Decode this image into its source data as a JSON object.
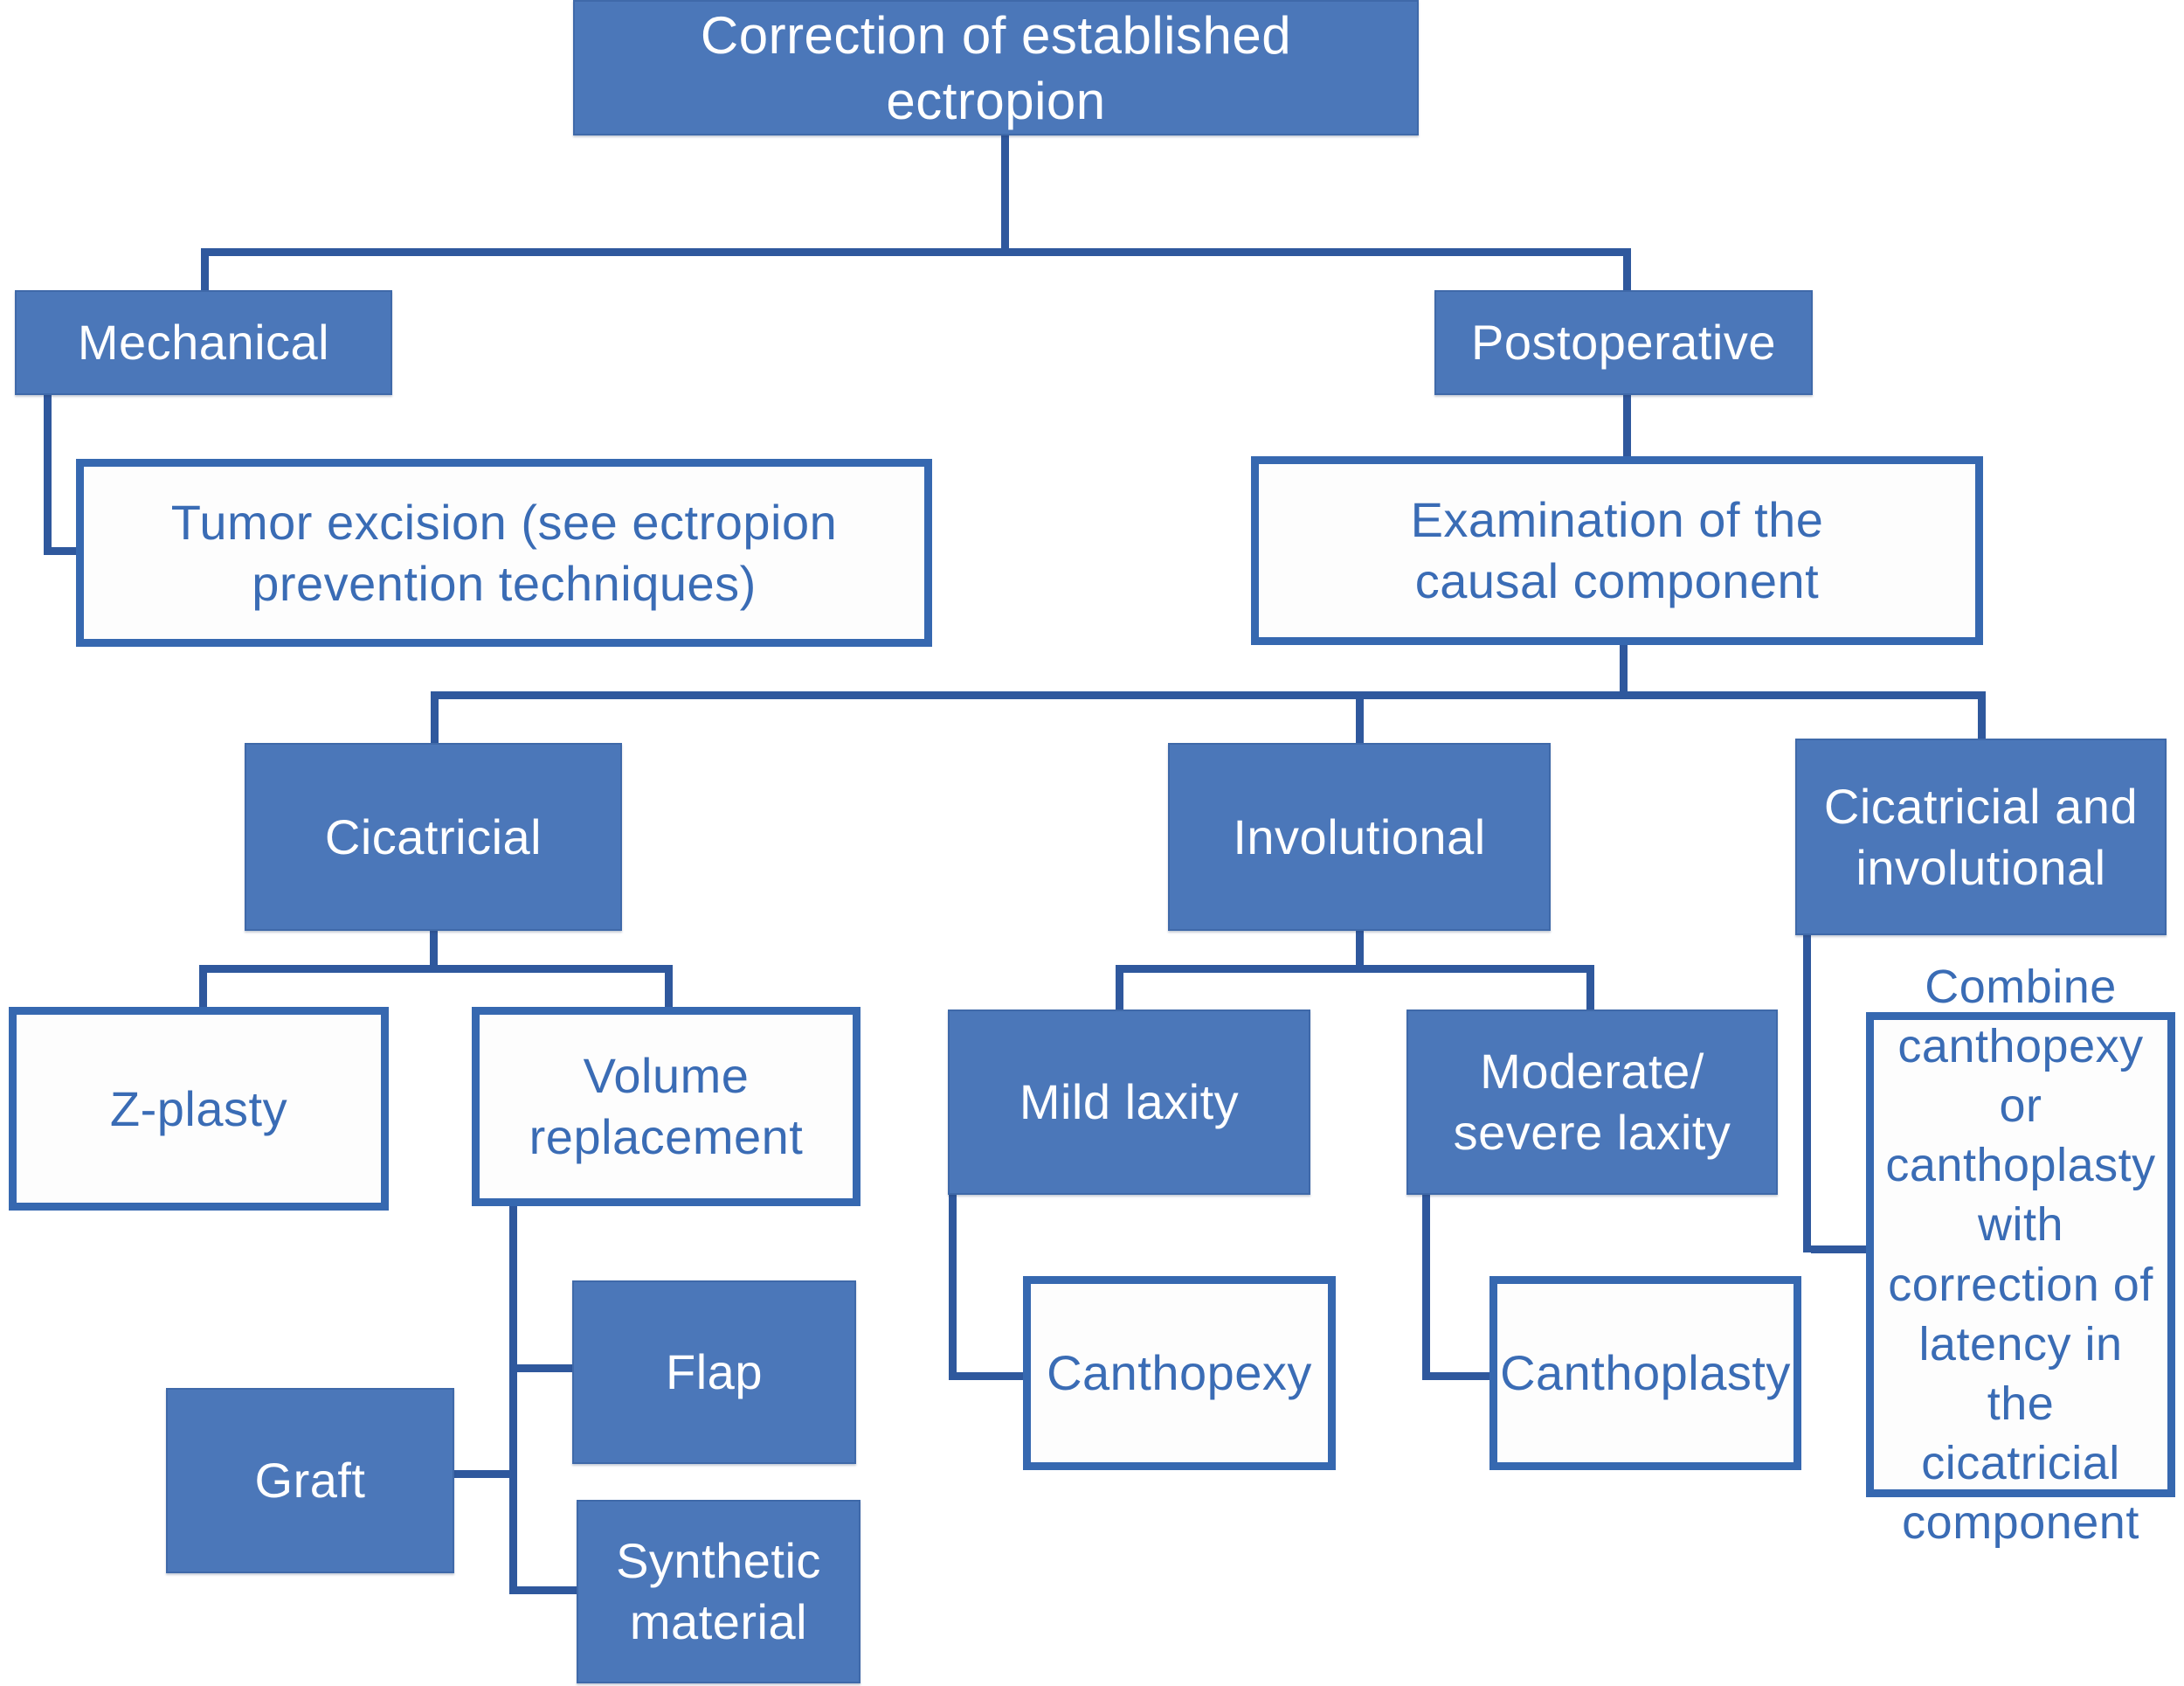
{
  "diagram": {
    "title": "Correction of established ectropion",
    "type": "flowchart",
    "colors": {
      "node_fill": "#4b77b9",
      "node_fill_border": "#3f69a9",
      "outline_border": "#3668b0",
      "text_on_fill": "#ffffff",
      "text_on_outline": "#3a6cb5",
      "connector": "#2f589d",
      "background": "#ffffff"
    },
    "nodes": {
      "root": {
        "label": "Correction of established ectropion",
        "variant": "filled"
      },
      "mechanical": {
        "label": "Mechanical",
        "variant": "filled"
      },
      "postoperative": {
        "label": "Postoperative",
        "variant": "filled"
      },
      "tumor_excision": {
        "label": "Tumor excision (see ectropion\nprevention techniques)",
        "variant": "outline"
      },
      "examination": {
        "label": "Examination of the\ncausal component",
        "variant": "outline"
      },
      "cicatricial": {
        "label": "Cicatricial",
        "variant": "filled"
      },
      "involutional": {
        "label": "Involutional",
        "variant": "filled"
      },
      "cicatricial_and_involutional": {
        "label": "Cicatricial and\ninvolutional",
        "variant": "filled"
      },
      "z_plasty": {
        "label": "Z-plasty",
        "variant": "outline"
      },
      "volume_replacement": {
        "label": "Volume\nreplacement",
        "variant": "outline"
      },
      "mild_laxity": {
        "label": "Mild laxity",
        "variant": "filled"
      },
      "moderate_severe_laxity": {
        "label": "Moderate/\nsevere laxity",
        "variant": "filled"
      },
      "flap": {
        "label": "Flap",
        "variant": "filled"
      },
      "graft": {
        "label": "Graft",
        "variant": "filled"
      },
      "synthetic_material": {
        "label": "Synthetic\nmaterial",
        "variant": "filled"
      },
      "canthopexy": {
        "label": "Canthopexy",
        "variant": "outline"
      },
      "canthoplasty": {
        "label": "Canthoplasty",
        "variant": "outline"
      },
      "combine": {
        "label": "Combine\ncanthopexy or\ncanthoplasty\nwith\ncorrection of\nlatency in the\ncicatricial\ncomponent",
        "variant": "outline"
      }
    },
    "edges": [
      "root->mechanical",
      "root->postoperative",
      "mechanical->tumor_excision",
      "postoperative->examination",
      "examination->cicatricial",
      "examination->involutional",
      "examination->cicatricial_and_involutional",
      "cicatricial->z_plasty",
      "cicatricial->volume_replacement",
      "volume_replacement->flap",
      "volume_replacement->graft",
      "volume_replacement->synthetic_material",
      "involutional->mild_laxity",
      "involutional->moderate_severe_laxity",
      "mild_laxity->canthopexy",
      "moderate_severe_laxity->canthoplasty",
      "cicatricial_and_involutional->combine"
    ]
  }
}
